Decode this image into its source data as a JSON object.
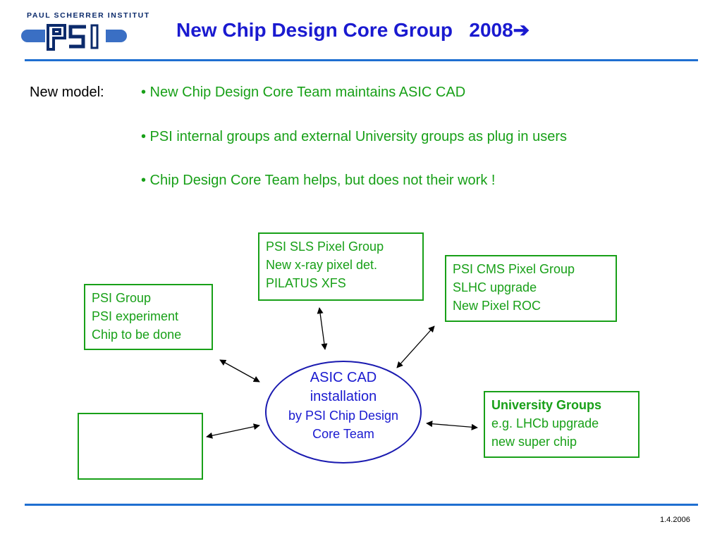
{
  "header": {
    "logo_text": "PAUL SCHERRER INSTITUT",
    "title": "New Chip Design Core Group   2008",
    "title_arrow": "➔"
  },
  "content": {
    "new_model_label": "New model:",
    "bullets": [
      "• New Chip Design Core Team maintains ASIC CAD",
      "• PSI internal groups and external University groups as plug in users",
      "• Chip Design Core Team helps, but does not their work !"
    ]
  },
  "diagram": {
    "center": {
      "line1": "ASIC CAD",
      "line2": "installation",
      "line3": "by PSI Chip Design",
      "line4": "Core Team"
    },
    "box_sls": [
      "PSI SLS Pixel Group",
      "New x-ray pixel det.",
      "PILATUS XFS"
    ],
    "box_cms": [
      "PSI CMS Pixel Group",
      "SLHC upgrade",
      "New Pixel ROC"
    ],
    "box_psi": [
      "PSI Group",
      "PSI experiment",
      "Chip to be done"
    ],
    "box_uni": [
      "University Groups",
      "e.g. LHCb upgrade",
      "new super chip"
    ]
  },
  "footer": {
    "date": "1.4.2006"
  },
  "colors": {
    "title_blue": "#1a1ad0",
    "rule_blue": "#1f6fd1",
    "green": "#18a018",
    "ellipse_blue": "#1a1ab0"
  }
}
